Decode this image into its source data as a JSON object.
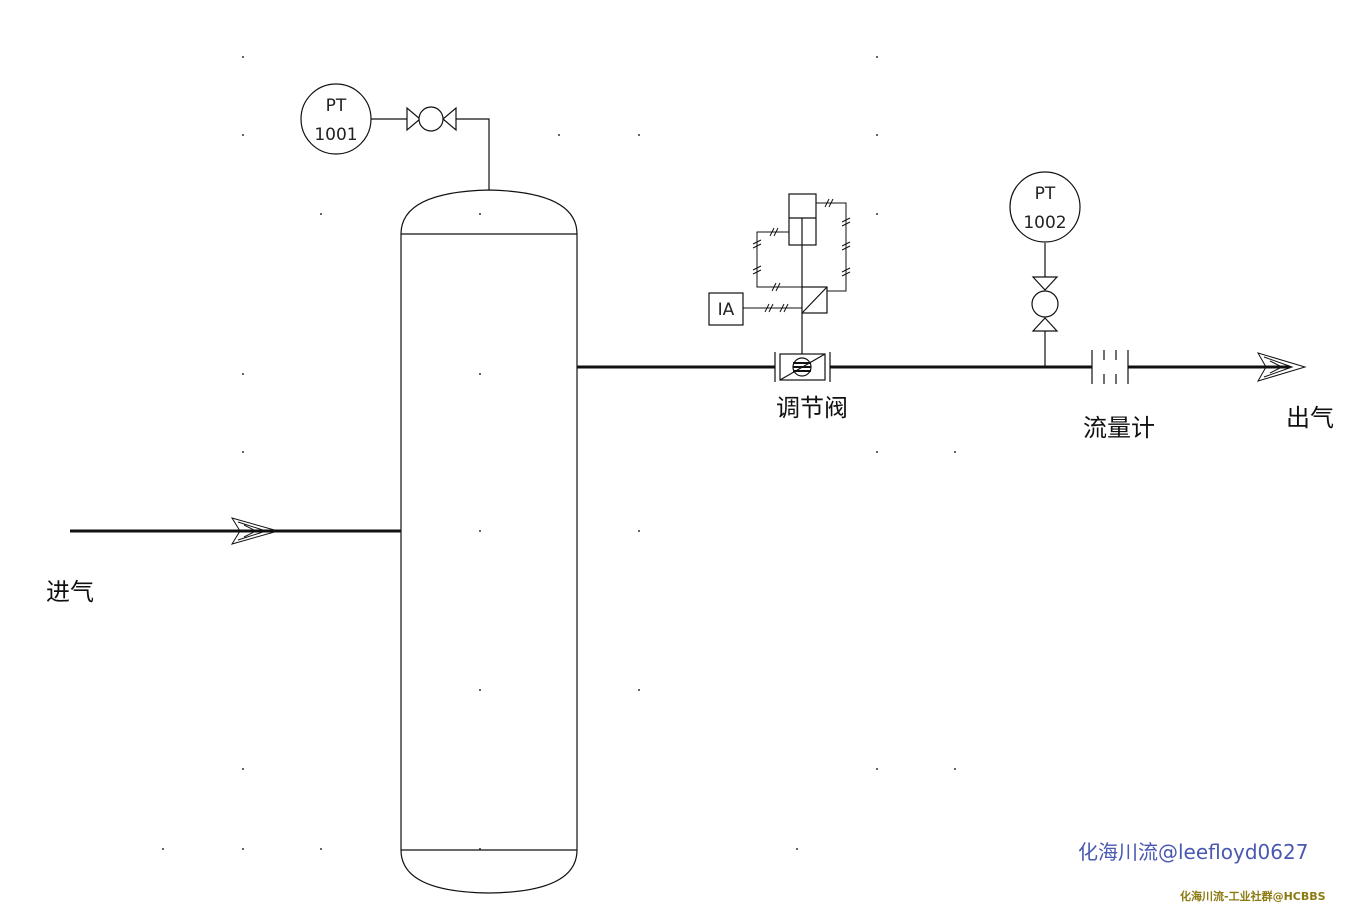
{
  "labels": {
    "inlet": "进气",
    "outlet": "出气",
    "control_valve": "调节阀",
    "flow_meter": "流量计"
  },
  "instruments": {
    "pt1": {
      "tag_type": "PT",
      "tag_number": "1001"
    },
    "pt2": {
      "tag_type": "PT",
      "tag_number": "1002"
    },
    "air_supply": "IA"
  },
  "watermarks": {
    "author": "化海川流@leefloyd0627",
    "forum": "化海川流-工业社群@HCBBS"
  },
  "colors": {
    "line": "#111111",
    "watermark_author": "#4a58b0",
    "watermark_forum": "#8a7a10"
  }
}
